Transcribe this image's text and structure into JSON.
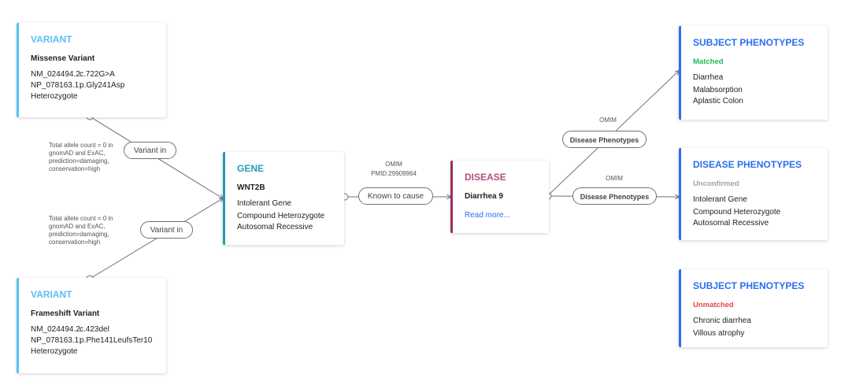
{
  "variant1": {
    "title": "VARIANT",
    "name": "Missense Variant",
    "rows": [
      [
        "NM_024494.2:",
        "c.722G>A"
      ],
      [
        "NP_078163.1:",
        "p.Gly241Asp"
      ]
    ],
    "zygosity": "Heterozygote"
  },
  "variant2": {
    "title": "VARIANT",
    "name": "Frameshift Variant",
    "rows": [
      [
        "NM_024494.2:",
        "c.423del"
      ],
      [
        "NP_078163.1:",
        "p.Phe141LeufsTer10"
      ]
    ],
    "zygosity": "Heterozygote"
  },
  "gene": {
    "title": "GENE",
    "name": "WNT2B",
    "lines": [
      "Intolerant Gene",
      "Compound Heterozygote",
      "Autosomal Recessive"
    ]
  },
  "disease": {
    "title": "DISEASE",
    "name": "Diarrhea 9",
    "link": "Read more..."
  },
  "subject_matched": {
    "title": "SUBJECT PHENOTYPES",
    "status": "Matched",
    "lines": [
      "Diarrhea",
      "Malabsorption",
      "Aplastic Colon"
    ]
  },
  "disease_phenotypes": {
    "title": "DISEASE PHENOTYPES",
    "status": "Unconfirmed",
    "lines": [
      "Intolerant Gene",
      "Compound Heterozygote",
      "Autosomal Recessive"
    ]
  },
  "subject_unmatched": {
    "title": "SUBJECT PHENOTYPES",
    "status": "Unmatched",
    "lines": [
      "Chronic diarrhea",
      "Villous atrophy"
    ]
  },
  "edges": {
    "variant_in_1": "Variant in",
    "variant_in_2": "Variant in",
    "annotation_1": "Total allele count = 0 in gnomAD and ExAC, prediction=damaging, conservation=high",
    "annotation_2": "Total allele count = 0 in gnomAD and ExAC, prediction=damaging, conservation=high",
    "known_to_cause": "Known to cause",
    "known_source": "OMIM",
    "known_pmid": "PMID:29909964",
    "disease_phenotypes_1": "Disease Phenotypes",
    "source_1": "OMIM",
    "disease_phenotypes_2": "Disease Phenotypes",
    "source_2": "OMIM"
  },
  "colors": {
    "variant": "#5bc0f0",
    "gene": "#2a9bb5",
    "disease": "#9b2d5f",
    "phenotypes": "#2a6ff0",
    "matched": "#1db954",
    "unconfirmed": "#9ca3af",
    "unmatched": "#e04848"
  }
}
